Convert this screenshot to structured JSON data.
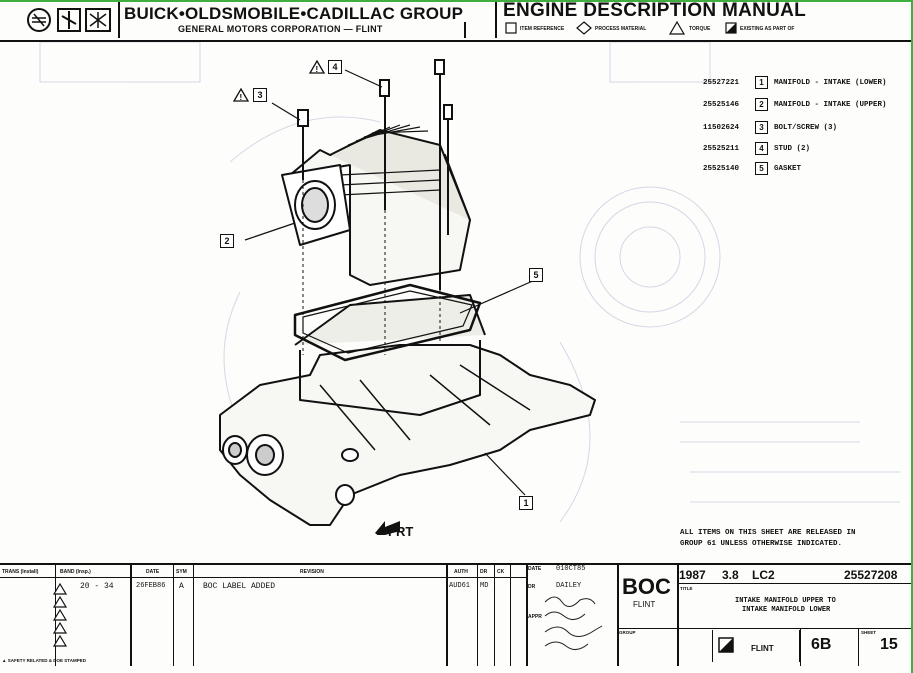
{
  "header": {
    "group_title": "BUICK•OLDSMOBILE•CADILLAC GROUP",
    "corp_subtitle": "GENERAL MOTORS CORPORATION — FLINT",
    "manual_title": "ENGINE DESCRIPTION MANUAL",
    "legend": [
      "ITEM REFERENCE",
      "PROCESS MATERIAL",
      "TORQUE",
      "EXISTING AS PART OF"
    ],
    "logo_icons": [
      "buick-logo-icon",
      "oldsmobile-logo-icon",
      "cadillac-logo-icon"
    ]
  },
  "parts": [
    {
      "number": "25527221",
      "item": "1",
      "desc": "MANIFOLD - INTAKE (LOWER)"
    },
    {
      "number": "25525146",
      "item": "2",
      "desc": "MANIFOLD - INTAKE (UPPER)"
    },
    {
      "number": "11502624",
      "item": "3",
      "desc": "BOLT/SCREW (3)"
    },
    {
      "number": "25525211",
      "item": "4",
      "desc": "STUD (2)"
    },
    {
      "number": "25525140",
      "item": "5",
      "desc": "GASKET"
    }
  ],
  "callouts": {
    "c1": "1",
    "c2": "2",
    "c3": "3",
    "c4": "4",
    "c5": "5"
  },
  "direction_label": "FRT",
  "release_note": [
    "ALL ITEMS ON THIS SHEET ARE RELEASED IN",
    "GROUP 61 UNLESS OTHERWISE INDICATED."
  ],
  "title_block": {
    "headers": {
      "trans": "TRANS (Install)",
      "band": "BAND (Insp.)",
      "date": "DATE",
      "sym": "SYM",
      "revision": "REVISION",
      "auth": "AUTH",
      "dr": "DR",
      "ck": "CK"
    },
    "row1": {
      "band": "20 - 34",
      "date": "26FEB86",
      "sym": "A",
      "revision": "BOC LABEL ADDED",
      "auth": "AUD61",
      "dr": "MD"
    },
    "date_label": "DATE",
    "date_value": "010CT85",
    "drawn_label": "DR",
    "drawn_value": "DAILEY",
    "appr_label": "APPR",
    "boc": "BOC",
    "flint": "FLINT",
    "year": "1987",
    "engine": "3.8",
    "code": "LC2",
    "part_number": "25527208",
    "title_label": "TITLE",
    "title_line1": "INTAKE MANIFOLD UPPER TO",
    "title_line2": "INTAKE MANIFOLD LOWER",
    "group_label": "GROUP",
    "flint_small": "FLINT",
    "group_value": "6B",
    "sheet_label": "SHEET",
    "sheet_value": "15",
    "footer_note": "▲ SAFETY RELATED & DOE STAMPED"
  }
}
